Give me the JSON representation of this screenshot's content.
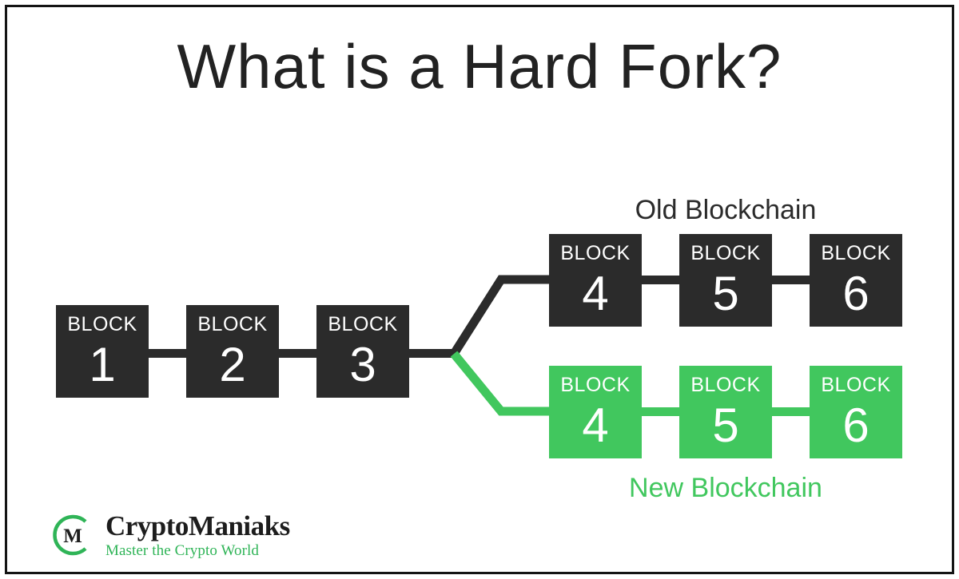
{
  "page": {
    "title": "What is a Hard Fork?",
    "background": "#ffffff",
    "frame_color": "#141414"
  },
  "colors": {
    "dark_block": "#2b2b2b",
    "green_block": "#41c75e",
    "title_text": "#222222",
    "block_text": "#ffffff",
    "logo_green": "#2fb457",
    "logo_dark": "#1d1d1d"
  },
  "diagram": {
    "common_chain_label": "",
    "common_blocks": [
      {
        "label": "BLOCK",
        "number": "1"
      },
      {
        "label": "BLOCK",
        "number": "2"
      },
      {
        "label": "BLOCK",
        "number": "3"
      }
    ],
    "old_chain": {
      "caption": "Old Blockchain",
      "color": "#2b2b2b",
      "blocks": [
        {
          "label": "BLOCK",
          "number": "4"
        },
        {
          "label": "BLOCK",
          "number": "5"
        },
        {
          "label": "BLOCK",
          "number": "6"
        }
      ]
    },
    "new_chain": {
      "caption": "New Blockchain",
      "color": "#41c75e",
      "blocks": [
        {
          "label": "BLOCK",
          "number": "4"
        },
        {
          "label": "BLOCK",
          "number": "5"
        },
        {
          "label": "BLOCK",
          "number": "6"
        }
      ]
    }
  },
  "logo": {
    "mark_letter": "M",
    "name": "CryptoManiaks",
    "tagline": "Master the Crypto World"
  }
}
